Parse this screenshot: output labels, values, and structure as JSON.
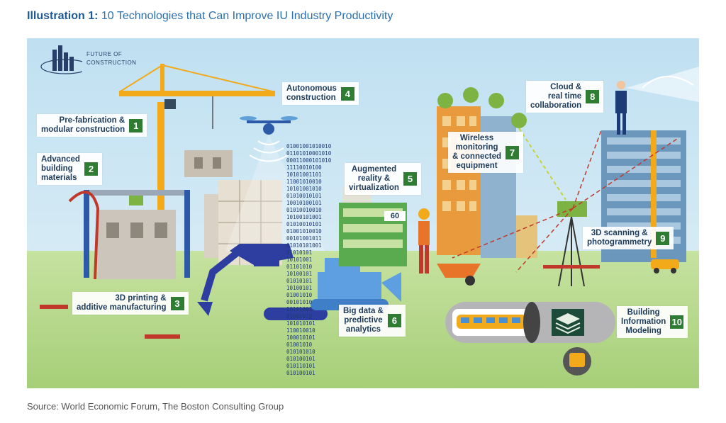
{
  "title": {
    "prefix": "Illustration 1:",
    "text": "10 Technologies that Can Improve IU Industry Productivity"
  },
  "logo": {
    "line1": "FUTURE OF",
    "line2": "CONSTRUCTION"
  },
  "labels": [
    {
      "num": "1",
      "text": "Pre-fabrication &\nmodular construction"
    },
    {
      "num": "2",
      "text": "Advanced\nbuilding\nmaterials"
    },
    {
      "num": "3",
      "text": "3D printing &\nadditive manufacturing"
    },
    {
      "num": "4",
      "text": "Autonomous\nconstruction"
    },
    {
      "num": "5",
      "text": "Augmented\nreality &\nvirtualization"
    },
    {
      "num": "6",
      "text": "Big data &\npredictive\nanalytics"
    },
    {
      "num": "7",
      "text": "Wireless\nmonitoring\n& connected\nequipment"
    },
    {
      "num": "8",
      "text": "Cloud &\nreal time\ncollaboration"
    },
    {
      "num": "9",
      "text": "3D scanning &\nphotogrammetry"
    },
    {
      "num": "10",
      "text": "Building\nInformation\nModeling"
    }
  ],
  "speed_sign": "60",
  "binary_text": "01001001010010\n01101010001010\n00011000101010\n11110010100\n10101001101\n11001010010\n10101001010\n01010010101\n10010100101\n01010010010\n10100101001\n01010010101\n01001010010\n00101001011\n01010101001\n01010101\n10101001\n01101010\n10100101\n01010101\n10100101\n01001010\n00101010\n10101001\n01001010\n101010101\n110010010\n100010101\n01001010\n010101010\n010100101\n010110101\n010100101",
  "source": "Source: World Economic Forum, The Boston Consulting Group",
  "colors": {
    "title": "#2a6fb0",
    "badge": "#2e7d32",
    "sky": "#cfe6f3",
    "ground": "#b7d98a"
  }
}
